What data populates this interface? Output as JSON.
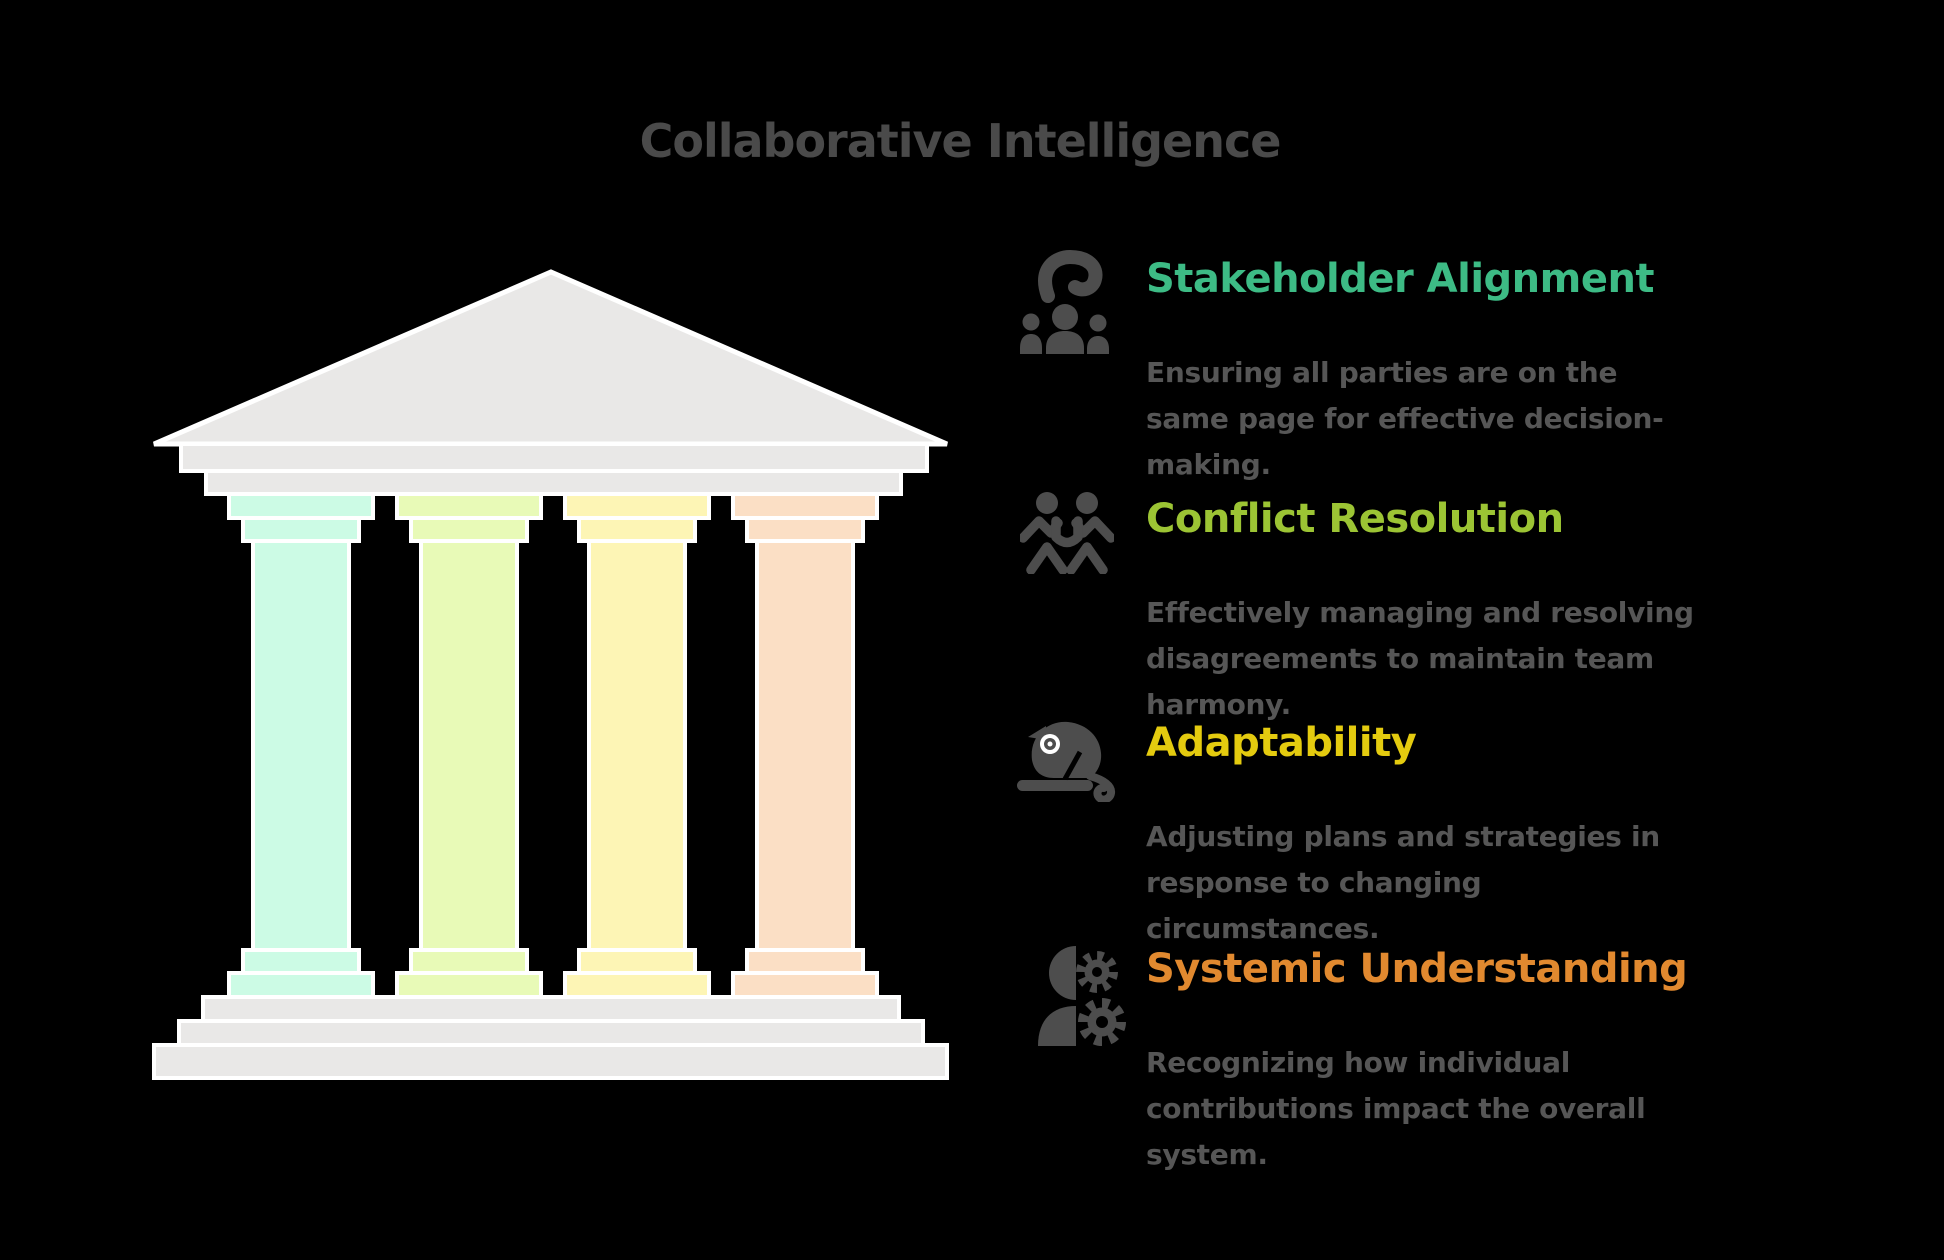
{
  "title": "Collaborative Intelligence",
  "colors": {
    "background": "#000000",
    "title_text": "#4a4a4a",
    "body_text": "#565656",
    "icon": "#4d4d4d",
    "temple_structure": "#e9e8e7",
    "temple_outline": "#ffffff"
  },
  "temple": {
    "pillars": [
      {
        "name": "pillar-1",
        "color": "#ccfbe5"
      },
      {
        "name": "pillar-2",
        "color": "#e8fab7"
      },
      {
        "name": "pillar-3",
        "color": "#fdf5b5"
      },
      {
        "name": "pillar-4",
        "color": "#fbdfc5"
      }
    ]
  },
  "sections": [
    {
      "icon": "question-over-people-icon",
      "heading": "Stakeholder Alignment",
      "heading_color": "#3dbb85",
      "desc_lines": [
        "Ensuring all parties are on the",
        "same page for effective decision-",
        "making."
      ]
    },
    {
      "icon": "two-people-linking-arms-icon",
      "heading": "Conflict Resolution",
      "heading_color": "#9cc434",
      "desc_lines": [
        "Effectively managing and resolving",
        "disagreements to maintain team",
        "harmony."
      ]
    },
    {
      "icon": "chameleon-icon",
      "heading": "Adaptability",
      "heading_color": "#e4cb0f",
      "desc_lines": [
        "Adjusting plans and strategies in",
        "response to changing",
        "circumstances."
      ]
    },
    {
      "icon": "person-with-gears-icon",
      "heading": "Systemic Understanding",
      "heading_color": "#e1892f",
      "desc_lines": [
        "Recognizing how individual",
        "contributions impact the overall",
        "system."
      ]
    }
  ]
}
